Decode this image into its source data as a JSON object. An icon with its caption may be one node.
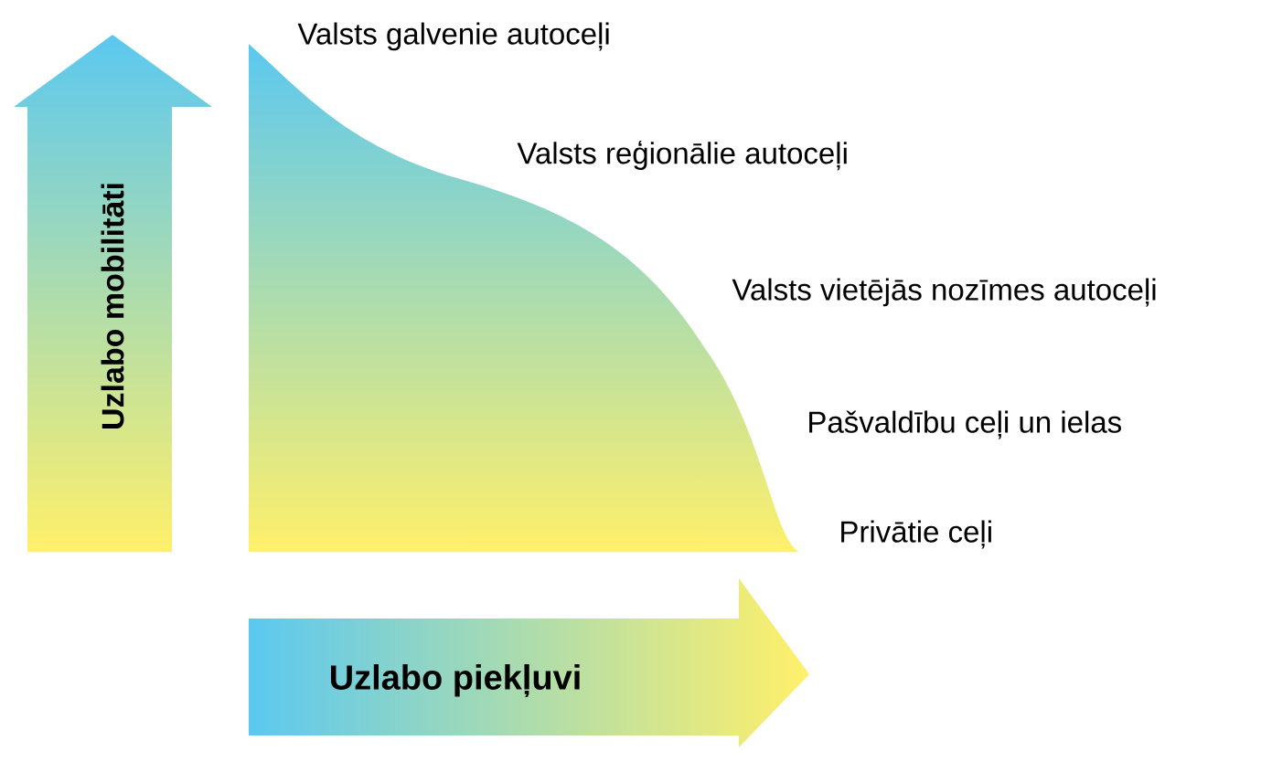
{
  "diagram": {
    "nodes": [
      {
        "text": [
          "Uzlabo mobilitāti"
        ]
      },
      {
        "text": [
          "Uzlabo piekļuvi"
        ]
      }
    ],
    "labels": [
      "Valsts galvenie autoceļi",
      "Valsts reģionālie autoceļi",
      "Valsts vietējās nozīmes autoceļi",
      "Pašvaldību ceļi un ielas",
      "Privātie ceļi"
    ]
  }
}
